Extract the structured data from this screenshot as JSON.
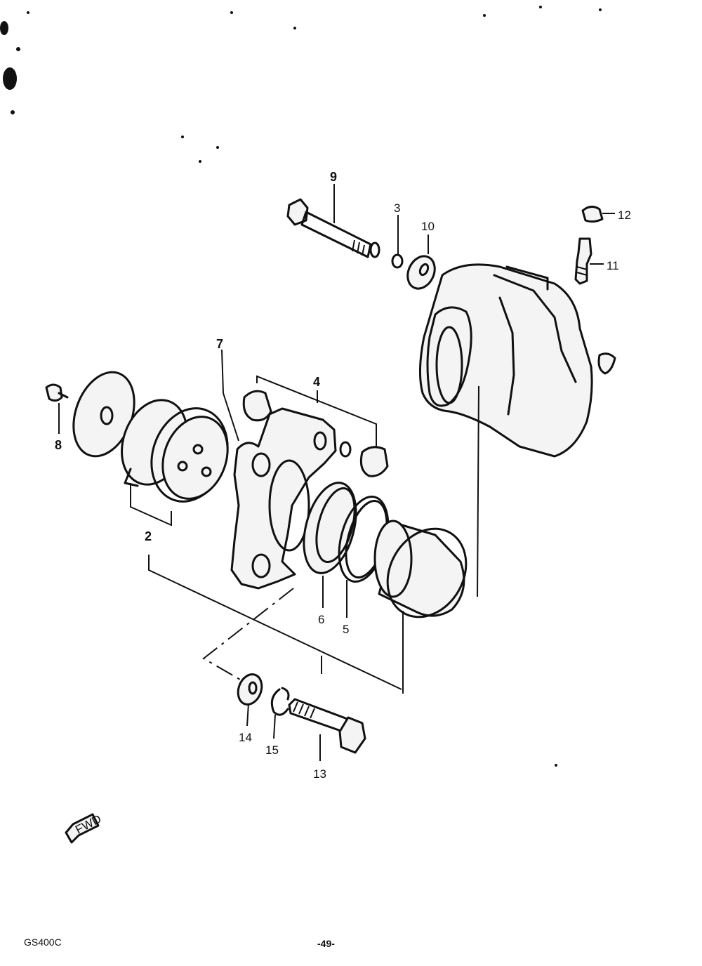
{
  "diagram": {
    "part_callouts": [
      "2",
      "3",
      "4",
      "5",
      "6",
      "7",
      "8",
      "9",
      "10",
      "11",
      "12",
      "13",
      "14",
      "15"
    ],
    "direction_arrow_label": "FWD",
    "colors": {
      "ink": "#111111",
      "paper": "#ffffff"
    }
  },
  "footer": {
    "model_code": "GS400C",
    "page_number": "-49-"
  }
}
